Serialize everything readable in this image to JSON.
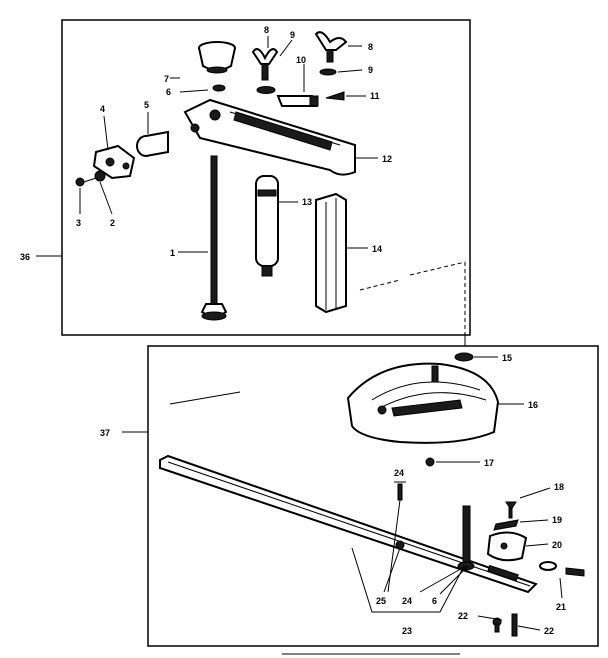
{
  "diagram": {
    "labels": {
      "p1": "1",
      "p2": "2",
      "p3": "3",
      "p4": "4",
      "p5": "5",
      "p6a": "6",
      "p6b": "6",
      "p7": "7",
      "p8a": "8",
      "p8b": "8",
      "p9a": "9",
      "p9b": "9",
      "p10": "10",
      "p11": "11",
      "p12": "12",
      "p13": "13",
      "p14": "14",
      "p15": "15",
      "p16": "16",
      "p17": "17",
      "p18": "18",
      "p19": "19",
      "p20": "20",
      "p21": "21",
      "p22a": "22",
      "p22b": "22",
      "p23": "23",
      "p24": "24",
      "p25": "25",
      "p36": "36",
      "p37": "37"
    }
  }
}
